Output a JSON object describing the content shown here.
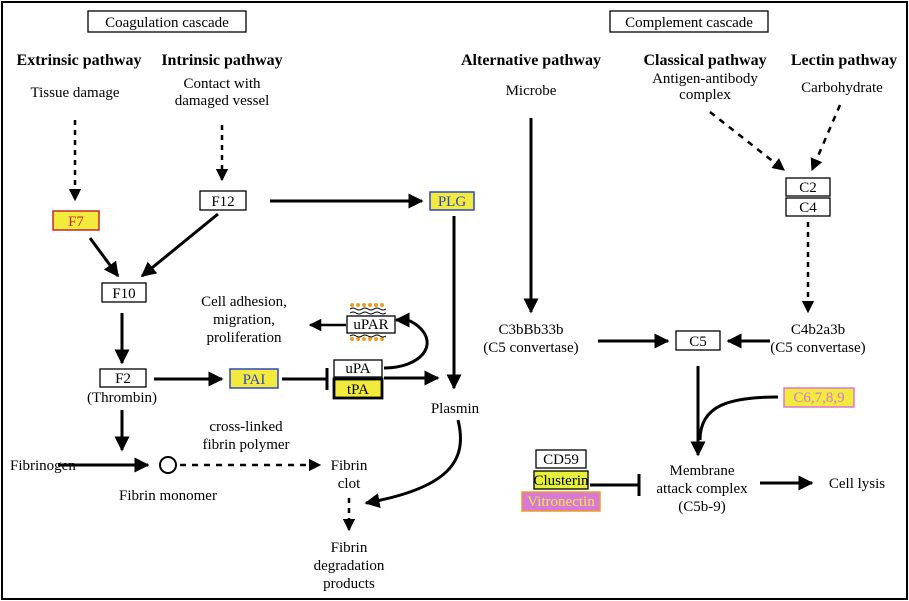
{
  "headings": {
    "coagulation": "Coagulation cascade",
    "complement": "Complement cascade"
  },
  "pathways": {
    "extrinsic": "Extrinsic pathway",
    "intrinsic": "Intrinsic pathway",
    "alternative": "Alternative pathway",
    "classical": "Classical pathway",
    "lectin": "Lectin pathway"
  },
  "triggers": {
    "tissue_damage": "Tissue damage",
    "contact_line1": "Contact with",
    "contact_line2": "damaged vessel",
    "microbe": "Microbe",
    "antigen_line1": "Antigen-antibody",
    "antigen_line2": "complex",
    "carbohydrate": "Carbohydrate"
  },
  "genes": {
    "F7": "F7",
    "F12": "F12",
    "F10": "F10",
    "F2": "F2",
    "PLG": "PLG",
    "PAI": "PAI",
    "uPA": "uPA",
    "tPA": "tPA",
    "uPAR": "uPAR",
    "C2": "C2",
    "C4": "C4",
    "C5": "C5",
    "C6789": "C6,7,8,9",
    "CD59": "CD59",
    "Clusterin": "Clusterin",
    "Vitronectin": "Vitronectin"
  },
  "labels": {
    "thrombin": "(Thrombin)",
    "cell_adhesion_1": "Cell adhesion,",
    "cell_adhesion_2": "migration,",
    "cell_adhesion_3": "proliferation",
    "plasmin": "Plasmin",
    "crosslinked_1": "cross-linked",
    "crosslinked_2": "fibrin polymer",
    "fibrinogen": "Fibrinogen",
    "fibrin_monomer": "Fibrin monomer",
    "fibrin_clot_1": "Fibrin",
    "fibrin_clot_2": "clot",
    "degradation_1": "Fibrin",
    "degradation_2": "degradation",
    "degradation_3": "products",
    "c3bbb3b": "C3bBb33b",
    "c5_convertase_left": "(C5 convertase)",
    "c4b2a3b": "C4b2a3b",
    "c5_convertase_right": "(C5 convertase)",
    "mac_1": "Membrane",
    "mac_2": "attack complex",
    "mac_3": "(C5b-9)",
    "cell_lysis": "Cell lysis"
  },
  "colors": {
    "yellow": "#f2ea3c",
    "blue": "#2c46c8",
    "red": "#c8282a",
    "pink": "#d878d8",
    "orange": "#e8a020",
    "lightgreen": "#e6f03c"
  }
}
